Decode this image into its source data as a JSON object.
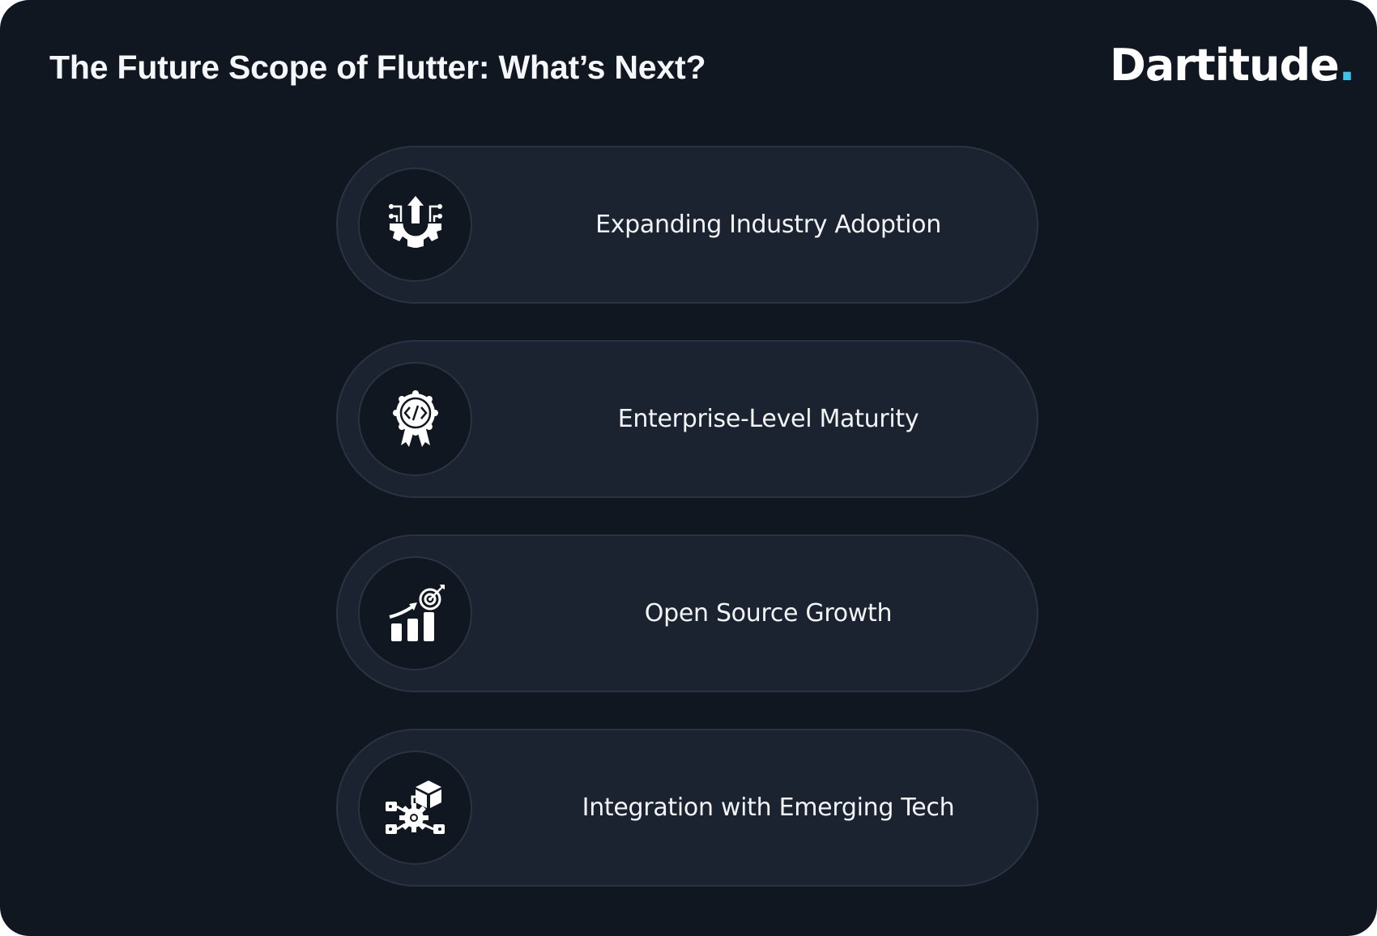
{
  "header": {
    "title": "The Future Scope of Flutter: What’s Next?",
    "logo_text": "Dartitude",
    "logo_dot": ".",
    "logo_dot_color": "#3ec3ea"
  },
  "theme": {
    "background": "#111720",
    "pill_fill": "#1c2330",
    "pill_border": "#2a3343",
    "text": "#f2f4f7"
  },
  "items": [
    {
      "label": "Expanding Industry Adoption",
      "icon": "gear-arrow-up-icon"
    },
    {
      "label": "Enterprise-Level Maturity",
      "icon": "code-award-badge-icon"
    },
    {
      "label": "Open Source Growth",
      "icon": "growth-chart-target-icon"
    },
    {
      "label": "Integration with Emerging Tech",
      "icon": "gear-network-cube-icon"
    }
  ]
}
